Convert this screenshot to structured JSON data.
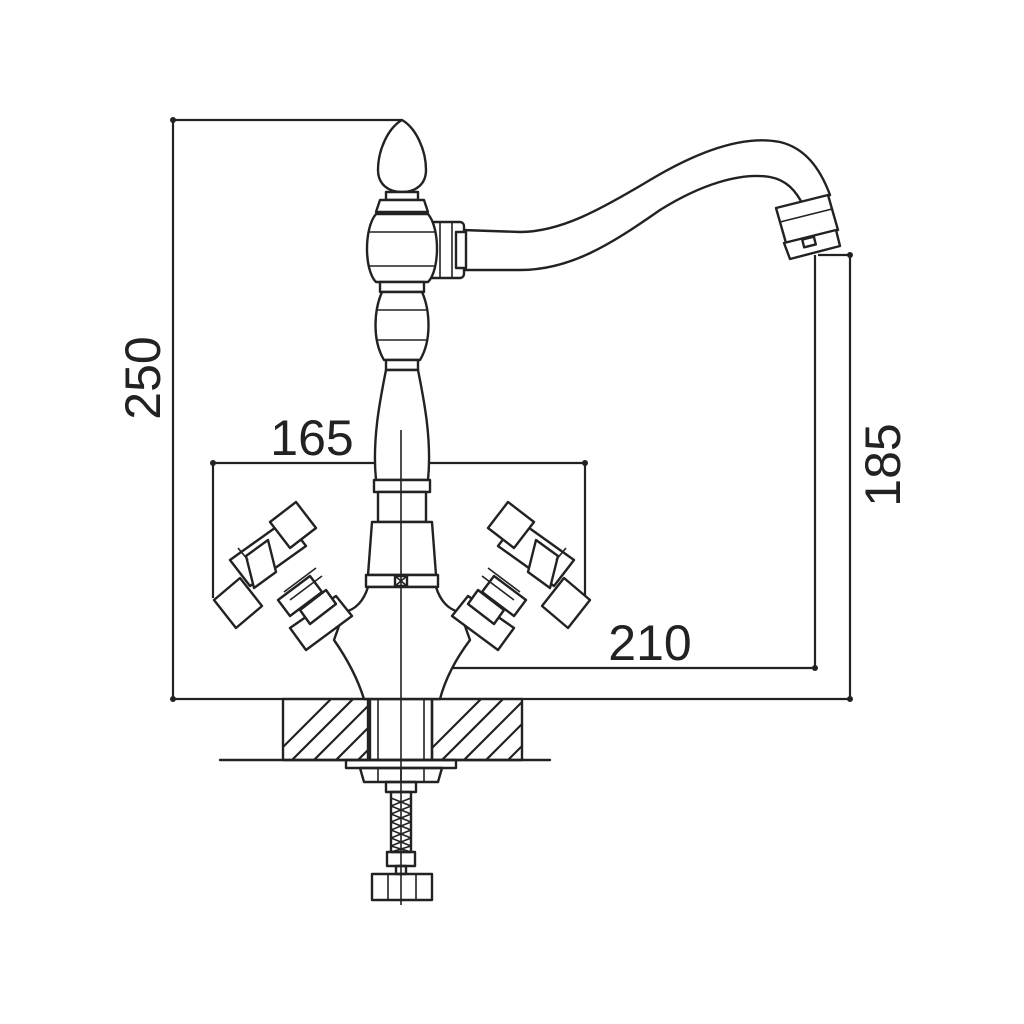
{
  "dimensions": {
    "total_height": "250",
    "handle_spread": "165",
    "spout_reach": "210",
    "spout_height": "185"
  },
  "colors": {
    "line": "#222222",
    "background": "#ffffff"
  }
}
